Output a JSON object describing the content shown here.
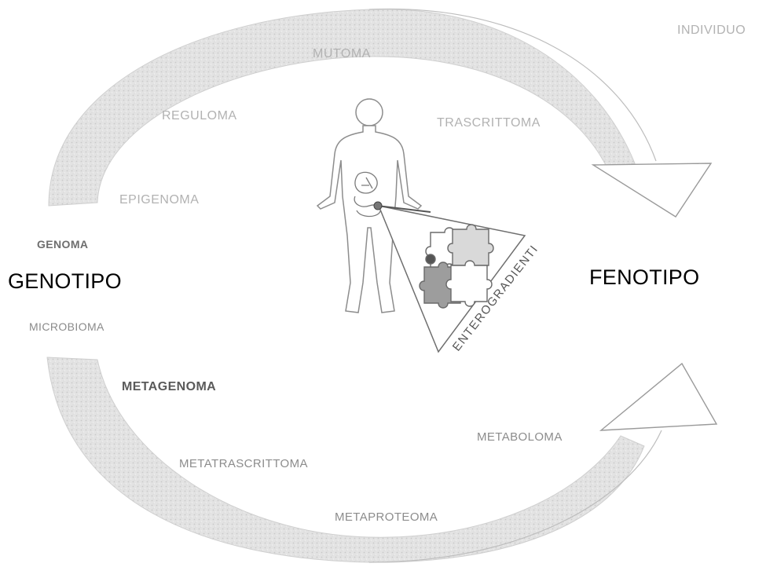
{
  "labels": {
    "individuo": "INDIVIDUO",
    "mutoma": "MUTOMA",
    "reguloma": "REGULOMA",
    "trascrittoma": "TRASCRITTOMA",
    "epigenoma": "EPIGENOMA",
    "genoma": "GENOMA",
    "genotipo": "GENOTIPO",
    "fenotipo": "FENOTIPO",
    "microbioma": "MICROBIOMA",
    "metagenoma": "METAGENOMA",
    "metatrascrittoma": "METATRASCRITTOMA",
    "metaproteoma": "METAPROTEOMA",
    "metaboloma": "METABOLOMA",
    "enterogradienti": "ENTEROGRADIENTI"
  }
}
